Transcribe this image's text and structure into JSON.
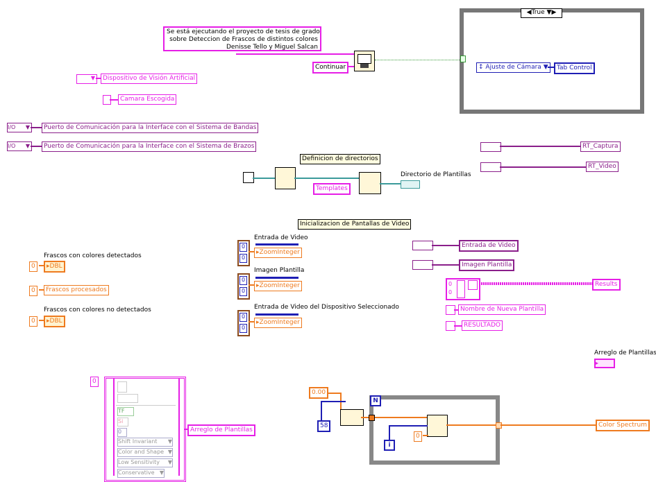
{
  "info_box": {
    "line1": "Se está ejecutando el proyecto de tesis de grado",
    "line2": "sobre Deteccion de Frascos de distintos colores",
    "line3": "Denisse Tello y Miguel Salcan"
  },
  "continuar_label": "Continuar",
  "case_structure": {
    "selector": "True",
    "enum_value": "Ajuste de Cámara",
    "tab_control": "Tab Control"
  },
  "left_controls": {
    "dispositivo": "Dispositivo de Visión Artificial",
    "camara": "Camara Escogida",
    "puerto_bandas": "Puerto de Comunicación para la Interface con el Sistema de Bandas",
    "puerto_brazos": "Puerto de Comunicación para la Interface con el Sistema de Brazos",
    "io_glyph": "I/O"
  },
  "directorios": {
    "title": "Definicion de directorios",
    "templates": "Templates",
    "directorio_plantillas": "Directorio de Plantillas"
  },
  "rt_indicators": {
    "captura": "RT_Captura",
    "video": "RT_Video"
  },
  "video_section": {
    "title": "Inicializacion de Pantallas de Video",
    "entrada": "Entrada de Video",
    "imagen": "Imagen Plantilla",
    "dispositivo": "Entrada de Video del Dispositivo Seleccionado",
    "zoom": "ZoomInteger",
    "zero": "0"
  },
  "frascos": {
    "detectados": "Frascos con colores detectados",
    "procesados": "Frascos procesados",
    "no_detectados": "Frascos con colores no detectados",
    "dbl": "DBL",
    "zero": "0"
  },
  "right_controls": {
    "entrada": "Entrada de Video",
    "imagen": "Imagen Plantilla",
    "results": "Results",
    "nueva": "Nombre de Nueva Plantilla",
    "resultado": "RESULTADO",
    "zero": "0"
  },
  "arreglo": {
    "label": "Arreglo de Plantillas",
    "right_label": "Arreglo de Plantillas",
    "index": "0",
    "tf": "TF",
    "si": "Si",
    "zero": "0",
    "options": [
      "Shift Invariant",
      "Color and Shape",
      "Low Sensitivity",
      "Conservative"
    ]
  },
  "loop": {
    "const_value": "0.00",
    "count_value": "58",
    "n_label": "N",
    "i_label": "i",
    "zero": "0",
    "color_spectrum": "Color Spectrum"
  }
}
